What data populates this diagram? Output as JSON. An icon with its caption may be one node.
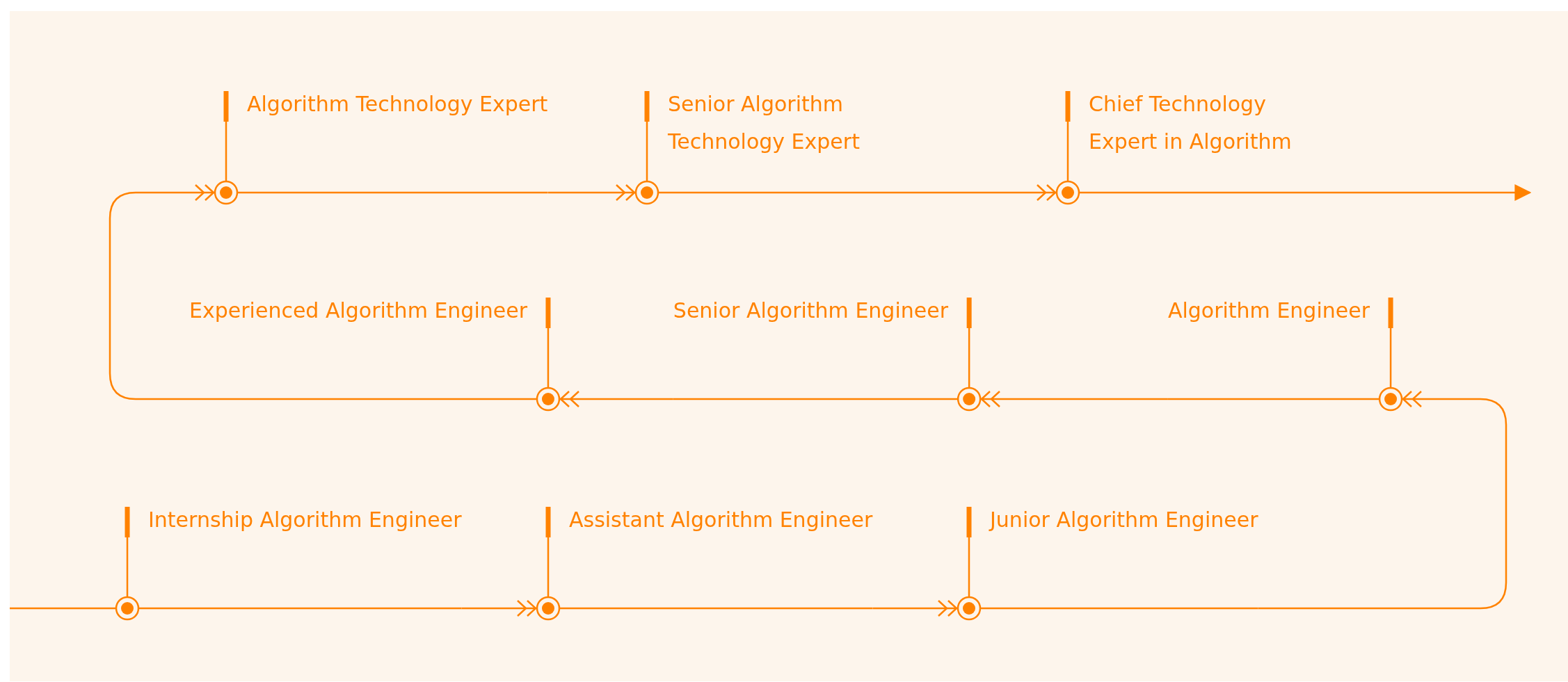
{
  "diagram": {
    "nodes": [
      {
        "text": [
          "Internship Algorithm Engineer"
        ]
      },
      {
        "text": [
          "Assistant Algorithm Engineer"
        ]
      },
      {
        "text": [
          "Junior Algorithm Engineer"
        ]
      },
      {
        "text": [
          "Algorithm Engineer"
        ]
      },
      {
        "text": [
          "Senior Algorithm Engineer"
        ]
      },
      {
        "text": [
          "Experienced Algorithm Engineer"
        ]
      },
      {
        "text": [
          "Algorithm Technology Expert"
        ]
      },
      {
        "text": [
          "Senior Algorithm Technology Expert"
        ]
      },
      {
        "text": [
          "Chief Technology Expert in Algorithm"
        ]
      }
    ],
    "edges": [
      {
        "from": null,
        "to": 0,
        "arrow": "none"
      },
      {
        "from": 0,
        "to": 1,
        "arrow": "to"
      },
      {
        "from": 1,
        "to": 2,
        "arrow": "to"
      },
      {
        "from": 2,
        "to": 3,
        "arrow": "to"
      },
      {
        "from": 3,
        "to": 4,
        "arrow": "to"
      },
      {
        "from": 4,
        "to": 5,
        "arrow": "to"
      },
      {
        "from": 5,
        "to": 6,
        "arrow": "to"
      },
      {
        "from": 6,
        "to": 7,
        "arrow": "to"
      },
      {
        "from": 7,
        "to": 8,
        "arrow": "to"
      },
      {
        "from": 8,
        "to": null,
        "arrow": "to"
      }
    ]
  }
}
